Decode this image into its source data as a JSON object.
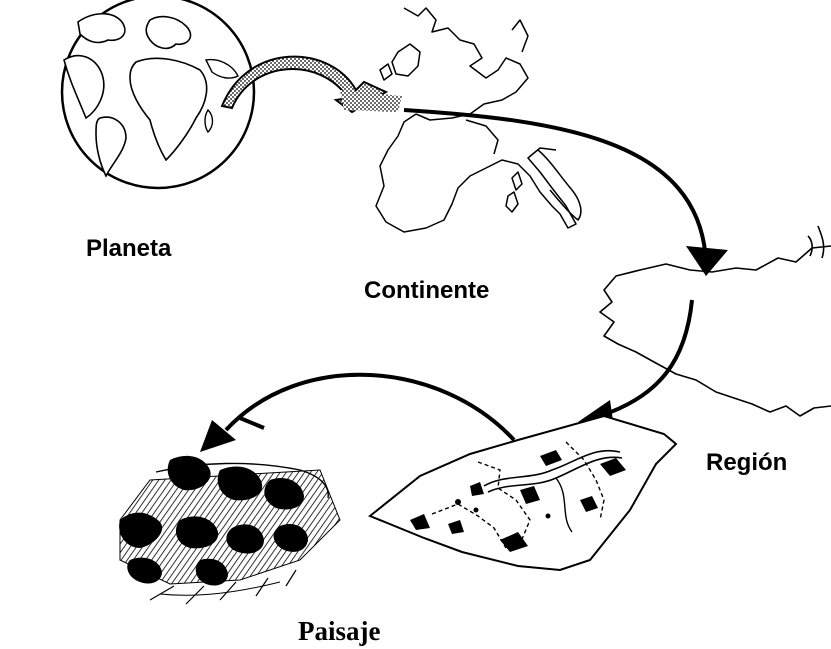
{
  "labels": {
    "planet": "Planeta",
    "continent": "Continente",
    "region": "Región",
    "landscape": "Paisaje"
  },
  "colors": {
    "ink": "#000000",
    "paper": "#ffffff",
    "stipple": "#4a4a4a"
  },
  "icons": [
    "globe-icon",
    "europe-continent-map",
    "region-coast-map",
    "regional-map-sheet",
    "landscape-illustration"
  ]
}
